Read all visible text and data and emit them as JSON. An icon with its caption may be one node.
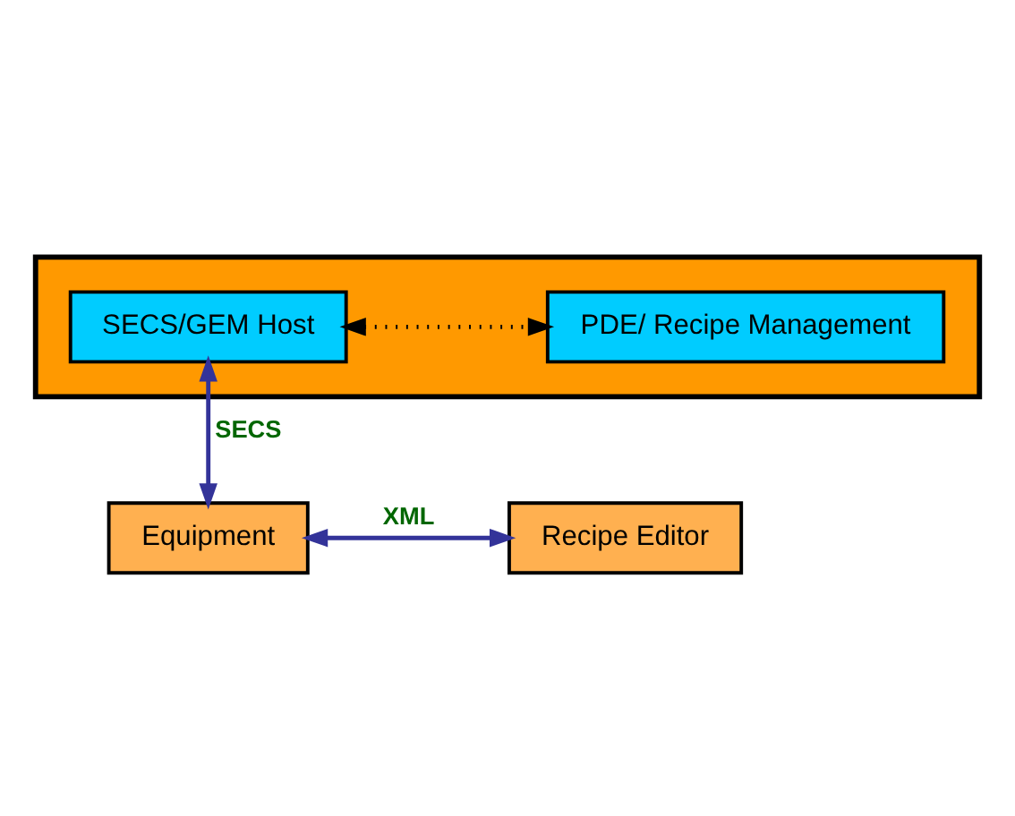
{
  "diagram": {
    "nodes": [
      {
        "text": [],
        "shape": "box"
      },
      {
        "text": [
          "SECS/GEM Host"
        ],
        "in": 0
      },
      {
        "text": [
          "PDE/ Recipe Management"
        ],
        "in": 0
      },
      {
        "text": [
          "Equipment"
        ]
      },
      {
        "text": [
          "Recipe Editor"
        ]
      }
    ],
    "edges": [
      {
        "from": 1,
        "to": 2,
        "arrow": "both",
        "style": "dashed",
        "color": "#000000"
      },
      {
        "from": 1,
        "to": 3,
        "arrow": "both",
        "label": "SECS"
      },
      {
        "from": 3,
        "to": 4,
        "arrow": "both",
        "label": "XML"
      }
    ]
  }
}
